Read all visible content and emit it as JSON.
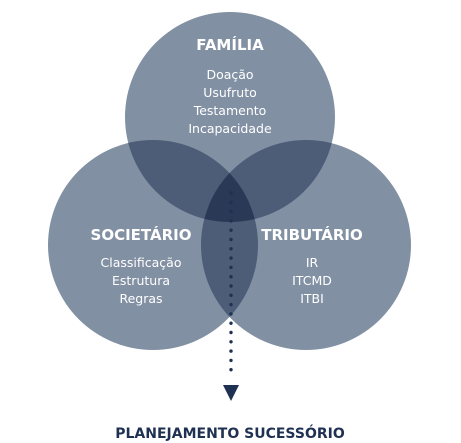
{
  "diagram": {
    "circles": [
      {
        "title": "FAMÍLIA",
        "items": [
          "Doação",
          "Usufruto",
          "Testamento",
          "Incapacidade"
        ]
      },
      {
        "title": "SOCIETÁRIO",
        "items": [
          "Classificação",
          "Estrutura",
          "Regras"
        ]
      },
      {
        "title": "TRIBUTÁRIO",
        "items": [
          "IR",
          "ITCMD",
          "ITBI"
        ]
      }
    ],
    "result_label": "PLANEJAMENTO SUCESSÓRIO"
  },
  "colors": {
    "circle_fill": "#8290a4",
    "overlap_two": "#4d5d77",
    "overlap_center": "#2a3956",
    "arrow": "#1f3152",
    "footer_text": "#1f3152"
  }
}
